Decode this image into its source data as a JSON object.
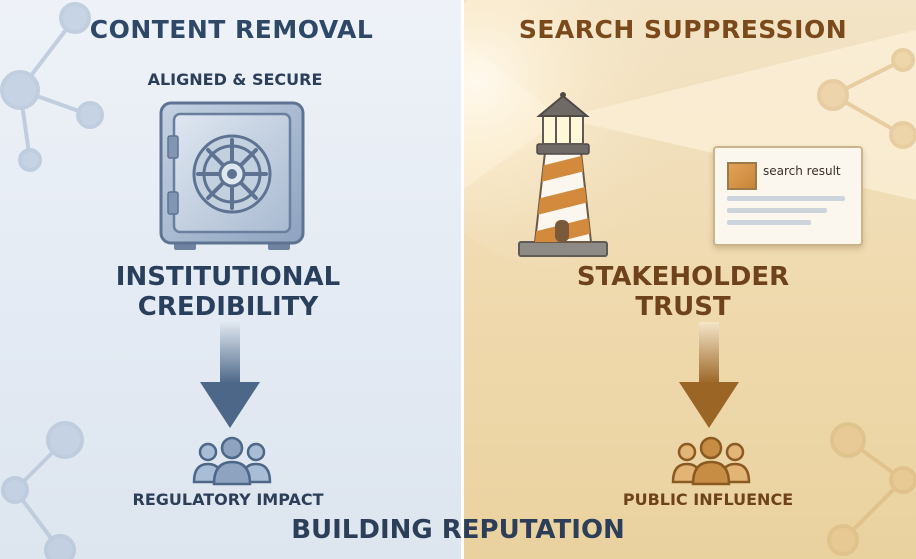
{
  "left": {
    "title": "CONTENT REMOVAL",
    "subtitle": "ALIGNED & SECURE",
    "headline_line1": "INSTITUTIONAL",
    "headline_line2": "CREDIBILITY",
    "footer": "REGULATORY IMPACT",
    "accent_color": "#4a6587"
  },
  "right": {
    "title": "SEARCH SUPPRESSION",
    "search_result_label": "search result",
    "headline_line1": "STAKEHOLDER",
    "headline_line2": "TRUST",
    "footer": "PUBLIC INFLUENCE",
    "accent_color": "#a0672a"
  },
  "bottom_title": "BUILDING REPUTATION",
  "icons": [
    "safe-vault-icon",
    "lighthouse-icon",
    "search-result-card-icon",
    "down-arrow-icon",
    "people-group-icon",
    "network-node-icon"
  ]
}
